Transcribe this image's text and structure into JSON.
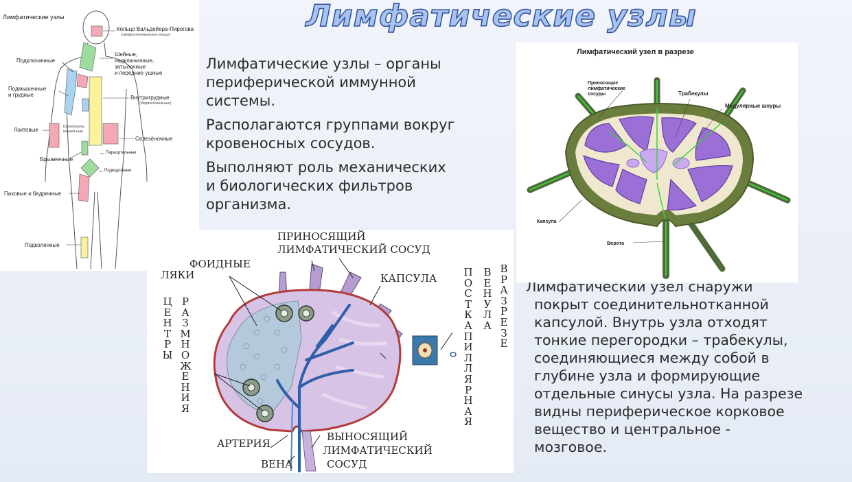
{
  "title": "Лимфатические узлы",
  "intro": {
    "line1": "Лимфатические узлы – органы",
    "line2": "периферической иммунной",
    "line3": "системы.",
    "line4": "Располагаются группами вокруг",
    "line5": "кровеносных сосудов.",
    "line6": "Выполняют роль механических",
    "line7": "и биологических фильтров",
    "line8": "организма."
  },
  "description": {
    "line1": "Лимфатический узел снаружи",
    "line2": "покрыт соединительнотканной",
    "line3": "капсулой. Внутрь узла отходят",
    "line4": "тонкие перегородки – трабекулы,",
    "line5": "соединяющиеся между собой в",
    "line6": "глубине узла и формирующие",
    "line7": "отдельные синусы узла. На разрезе",
    "line8": "видны периферическое корковое",
    "line9": "вещество и центральное  -",
    "line10": "мозговое."
  },
  "body_diagram": {
    "title": "Лимфатические узлы",
    "ring": "Кольцо Вальдейера-Пирогова",
    "ring_sub": "(лимфоэпителиальное кольцо)",
    "neck1": "Шейные,",
    "neck2": "надключичные,",
    "neck3": "затылочные",
    "neck4": "и передние ушные",
    "subclavian": "Подключичные",
    "axillary1": "Подмышечные",
    "axillary2": "и грудные",
    "intrathoracic": "Внутригрудные",
    "intrathoracic_sub": "(Медиастинальные)",
    "bronch1": "Бронхопуль-",
    "bronch2": "мональные",
    "elbow": "Локтевые",
    "spleen": "Селезёночные",
    "para_aortic": "Параортальные",
    "mesenteric": "Брыжеечные",
    "iliac": "Подвздошные",
    "inguinal": "Паховые и бедренные",
    "popliteal": "Подколенные"
  },
  "section_diagram": {
    "title": "Лимфатический узел в разрезе",
    "afferent1": "Приносящие",
    "afferent2": "лимфатические",
    "afferent3": "сосуды",
    "trabeculae": "Трабекулы",
    "medullary": "Медулярные шнуры",
    "capsule": "Капсула",
    "hilum": "Ворота"
  },
  "node_diagram": {
    "afferent1": "ПРИНОСЯЩИЙ",
    "afferent2": "ЛИМФАТИЧЕСКИЙ СОСУД",
    "follicles1": "ФОИДНЫЕ",
    "follicles2": "ЛЯКИ",
    "capsule": "КАПСУЛА",
    "centers": "ЦЕНТРЫ",
    "reproduction": "РАЗМНОЖЕНИЯ",
    "postcap": "ПОСТКАПИЛЛЯРНАЯ",
    "venule": "ВЕНУЛА",
    "in_section": "В РАЗРЕЗЕ",
    "artery": "АРТЕРИЯ",
    "vein": "ВЕНА",
    "efferent1": "ВЫНОСЯЩИЙ",
    "efferent2": "ЛИМФАТИЧЕСКИЙ",
    "efferent3": "СОСУД"
  }
}
